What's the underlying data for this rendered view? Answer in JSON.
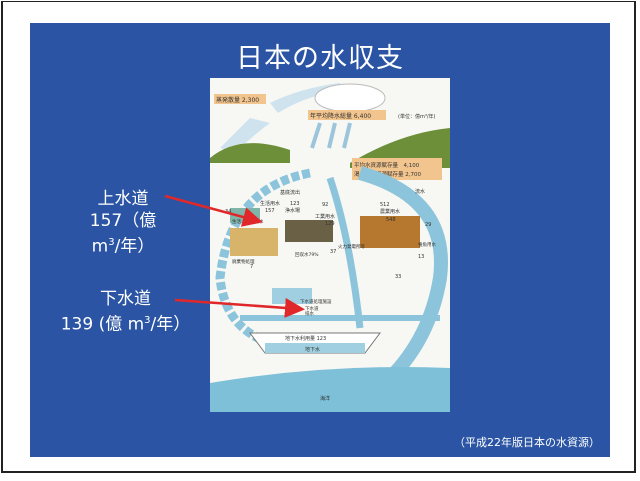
{
  "slide": {
    "title": "日本の水収支",
    "source": "（平成22年版日本の水資源）"
  },
  "callouts": [
    {
      "name": "上水道",
      "value": "157",
      "unit_prefix": "（億 m",
      "unit_sup": "3",
      "unit_suffix": "/年）"
    },
    {
      "name": "下水道",
      "value": "139",
      "unit_prefix": " (億 m",
      "unit_sup": "3",
      "unit_suffix": "/年）"
    }
  ],
  "diagram": {
    "evaporation": "蒸発散量 2,300",
    "precipitation": "年平均降水総量 6,400",
    "unit": "(単位：億m³/年)",
    "avg_resources": "平均水資源賦存量　4,100",
    "drought_resources": "渇水年水資源賦存量 2,700",
    "labels": [
      "基底流出",
      "生活用水",
      "123",
      "157",
      "浄水場",
      "工業用水",
      "129",
      "農業用水",
      "548",
      "生活・減量用水",
      "廃棄物処理",
      "回収水79%",
      "火力発電所等",
      "養魚用水",
      "下水道処理施設",
      "下水道",
      "地下水利用量 123",
      "地下水",
      "海洋",
      "流水",
      "排水",
      "92",
      "512",
      "34",
      "37",
      "33",
      "29",
      "13",
      "7"
    ]
  },
  "colors": {
    "panel": "#2b55a4",
    "arrow": "#e0282a",
    "water": "#8cc4dc"
  }
}
